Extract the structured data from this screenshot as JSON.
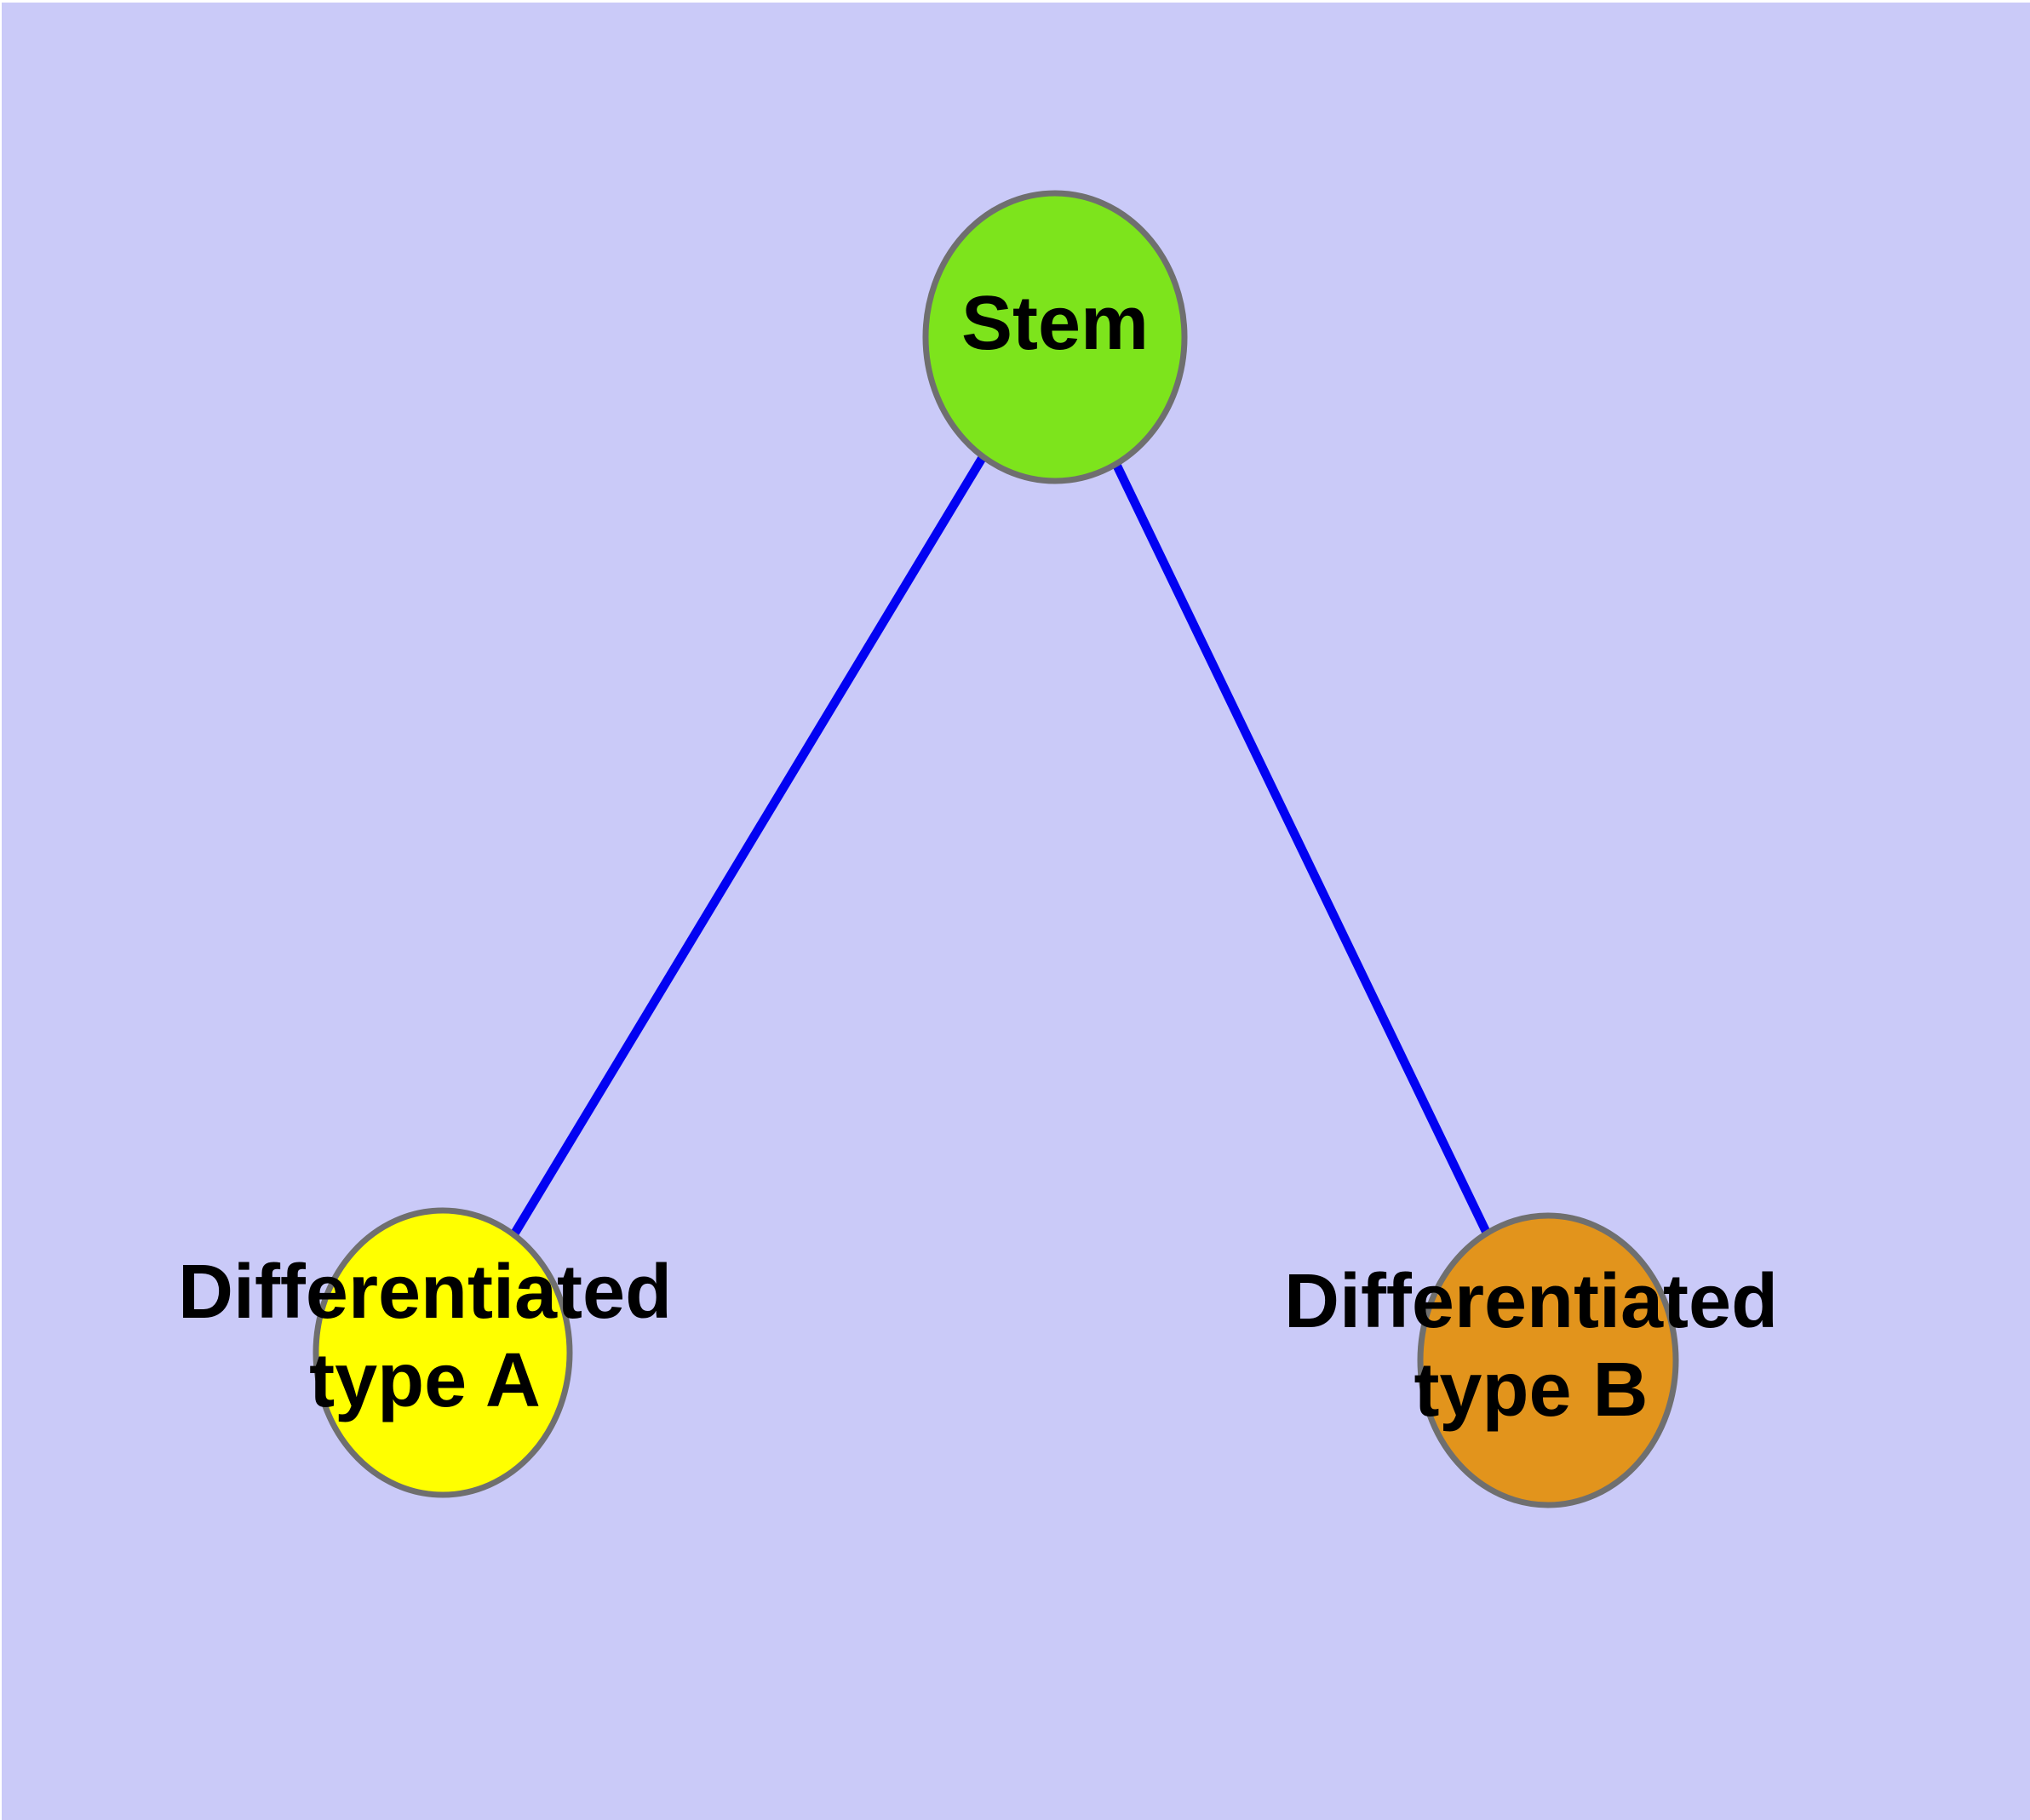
{
  "figure": {
    "type": "node-link-diagram",
    "description": "Stem cell differentiation graph with one parent node connected to two differentiated cell type nodes",
    "colors": {
      "background": "#CACAF8",
      "frame": "#FFFFFF",
      "node_border": "#6F6F6F",
      "edge": "#0202F2",
      "label_text": "#000000"
    },
    "nodes": [
      {
        "id": "stem",
        "label": "Stem",
        "fill": "#7DE41C"
      },
      {
        "id": "type-a",
        "label": "Differentiated\ntype A",
        "fill": "#FFFF00"
      },
      {
        "id": "type-b",
        "label": "Differentiated\ntype B",
        "fill": "#E2941C"
      }
    ],
    "edges": [
      {
        "from": "Stem",
        "to": "Differentiated type A"
      },
      {
        "from": "Stem",
        "to": "Differentiated type B"
      }
    ]
  }
}
